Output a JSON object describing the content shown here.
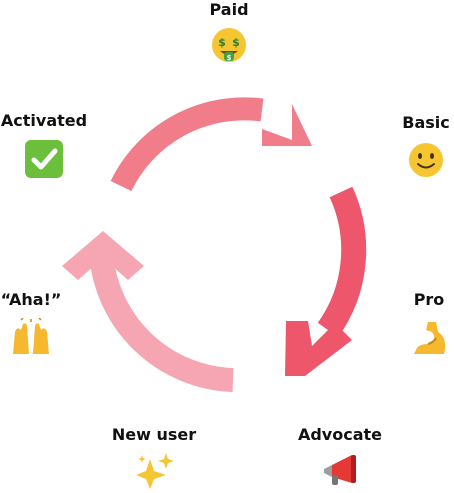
{
  "colors": {
    "arc_top": "#f07d89",
    "arc_right": "#ee566c",
    "arc_left": "#f5a6b2",
    "label": "#111111"
  },
  "stages": [
    {
      "id": "paid",
      "label": "Paid",
      "icon": "money-mouth-face-icon"
    },
    {
      "id": "basic",
      "label": "Basic",
      "icon": "slightly-smiling-face-icon"
    },
    {
      "id": "pro",
      "label": "Pro",
      "icon": "flexed-biceps-icon"
    },
    {
      "id": "advocate",
      "label": "Advocate",
      "icon": "megaphone-icon"
    },
    {
      "id": "new-user",
      "label": "New user",
      "icon": "sparkles-icon"
    },
    {
      "id": "aha",
      "label": "“Aha!”",
      "icon": "raising-hands-icon"
    },
    {
      "id": "activated",
      "label": "Activated",
      "icon": "check-mark-button-icon"
    }
  ]
}
